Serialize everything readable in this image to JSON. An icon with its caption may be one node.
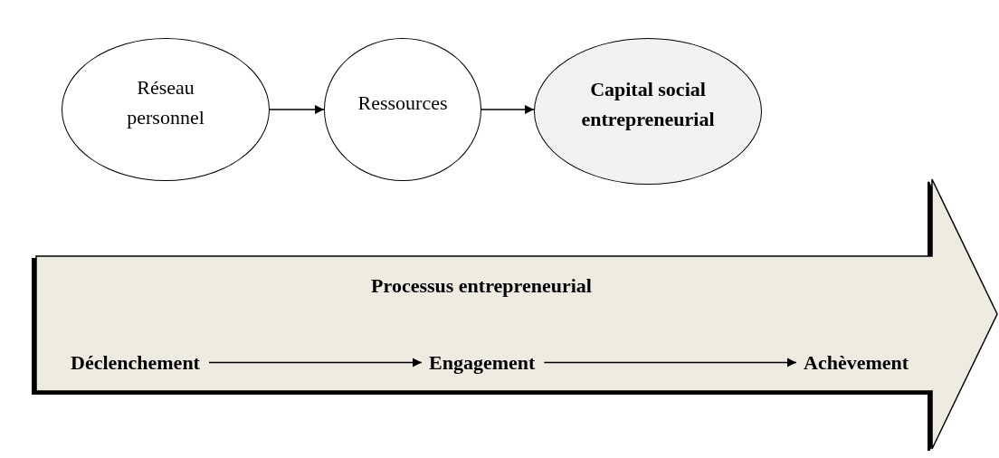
{
  "diagram": {
    "nodes": [
      {
        "text": [
          "Réseau personnel"
        ]
      },
      {
        "text": [
          "Ressources"
        ]
      },
      {
        "text": [
          "Capital social entrepreneurial"
        ]
      },
      {
        "text": [
          "Processus entrepreneurial"
        ]
      },
      {
        "text": [
          "Déclenchement"
        ],
        "in": 3
      },
      {
        "text": [
          "Engagement"
        ],
        "in": 3
      },
      {
        "text": [
          "Achèvement"
        ],
        "in": 3
      }
    ],
    "edges": [
      {
        "from": 0,
        "to": 1,
        "arrow": "to"
      },
      {
        "from": 1,
        "to": 2,
        "arrow": "to"
      },
      {
        "from": 4,
        "to": 5,
        "arrow": "to"
      },
      {
        "from": 5,
        "to": 6,
        "arrow": "to"
      }
    ]
  }
}
